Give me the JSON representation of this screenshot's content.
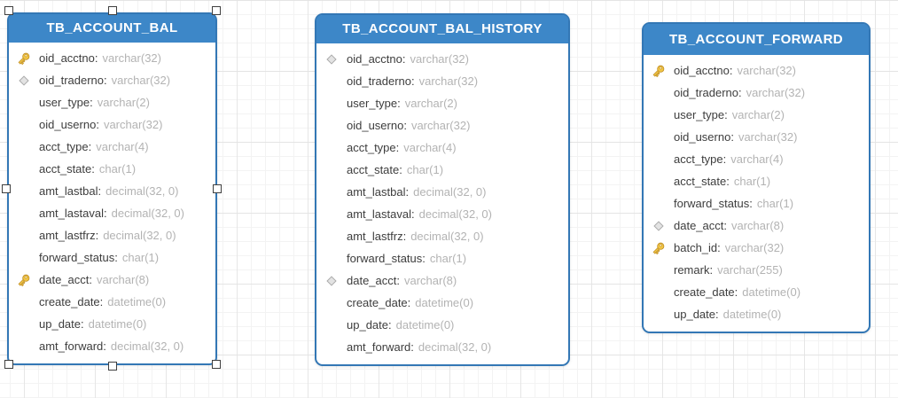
{
  "diagram": {
    "kind": "entity-relationship-model",
    "colors": {
      "table_header_bg": "#3d87c8",
      "table_border": "#3377b5",
      "table_title_text": "#ffffff",
      "field_name_text": "#3d3d3d",
      "field_type_text": "#b3b3b3",
      "key_icon_gold": "#f2c644",
      "diamond_icon_gray": "#e3e3e3",
      "grid_minor": "#f3f3f3",
      "grid_major": "#e5e5e5",
      "selection_handle_fill": "#ffffff",
      "selection_handle_border": "#3f3f3f"
    }
  },
  "tables": [
    {
      "name": "TB_ACCOUNT_BAL",
      "selected": true,
      "fields": [
        {
          "icon": "key",
          "name": "oid_acctno",
          "type": "varchar(32)"
        },
        {
          "icon": "diamond",
          "name": "oid_traderno",
          "type": "varchar(32)"
        },
        {
          "icon": "",
          "name": "user_type",
          "type": "varchar(2)"
        },
        {
          "icon": "",
          "name": "oid_userno",
          "type": "varchar(32)"
        },
        {
          "icon": "",
          "name": "acct_type",
          "type": "varchar(4)"
        },
        {
          "icon": "",
          "name": "acct_state",
          "type": "char(1)"
        },
        {
          "icon": "",
          "name": "amt_lastbal",
          "type": "decimal(32, 0)"
        },
        {
          "icon": "",
          "name": "amt_lastaval",
          "type": "decimal(32, 0)"
        },
        {
          "icon": "",
          "name": "amt_lastfrz",
          "type": "decimal(32, 0)"
        },
        {
          "icon": "",
          "name": "forward_status",
          "type": "char(1)"
        },
        {
          "icon": "key",
          "name": "date_acct",
          "type": "varchar(8)"
        },
        {
          "icon": "",
          "name": "create_date",
          "type": "datetime(0)"
        },
        {
          "icon": "",
          "name": "up_date",
          "type": "datetime(0)"
        },
        {
          "icon": "",
          "name": "amt_forward",
          "type": "decimal(32, 0)"
        }
      ]
    },
    {
      "name": "TB_ACCOUNT_BAL_HISTORY",
      "selected": false,
      "fields": [
        {
          "icon": "diamond",
          "name": "oid_acctno",
          "type": "varchar(32)"
        },
        {
          "icon": "",
          "name": "oid_traderno",
          "type": "varchar(32)"
        },
        {
          "icon": "",
          "name": "user_type",
          "type": "varchar(2)"
        },
        {
          "icon": "",
          "name": "oid_userno",
          "type": "varchar(32)"
        },
        {
          "icon": "",
          "name": "acct_type",
          "type": "varchar(4)"
        },
        {
          "icon": "",
          "name": "acct_state",
          "type": "char(1)"
        },
        {
          "icon": "",
          "name": "amt_lastbal",
          "type": "decimal(32, 0)"
        },
        {
          "icon": "",
          "name": "amt_lastaval",
          "type": "decimal(32, 0)"
        },
        {
          "icon": "",
          "name": "amt_lastfrz",
          "type": "decimal(32, 0)"
        },
        {
          "icon": "",
          "name": "forward_status",
          "type": "char(1)"
        },
        {
          "icon": "diamond",
          "name": "date_acct",
          "type": "varchar(8)"
        },
        {
          "icon": "",
          "name": "create_date",
          "type": "datetime(0)"
        },
        {
          "icon": "",
          "name": "up_date",
          "type": "datetime(0)"
        },
        {
          "icon": "",
          "name": "amt_forward",
          "type": "decimal(32, 0)"
        }
      ]
    },
    {
      "name": "TB_ACCOUNT_FORWARD",
      "selected": false,
      "fields": [
        {
          "icon": "key",
          "name": "oid_acctno",
          "type": "varchar(32)"
        },
        {
          "icon": "",
          "name": "oid_traderno",
          "type": "varchar(32)"
        },
        {
          "icon": "",
          "name": "user_type",
          "type": "varchar(2)"
        },
        {
          "icon": "",
          "name": "oid_userno",
          "type": "varchar(32)"
        },
        {
          "icon": "",
          "name": "acct_type",
          "type": "varchar(4)"
        },
        {
          "icon": "",
          "name": "acct_state",
          "type": "char(1)"
        },
        {
          "icon": "",
          "name": "forward_status",
          "type": "char(1)"
        },
        {
          "icon": "diamond",
          "name": "date_acct",
          "type": "varchar(8)"
        },
        {
          "icon": "key",
          "name": "batch_id",
          "type": "varchar(32)"
        },
        {
          "icon": "",
          "name": "remark",
          "type": "varchar(255)"
        },
        {
          "icon": "",
          "name": "create_date",
          "type": "datetime(0)"
        },
        {
          "icon": "",
          "name": "up_date",
          "type": "datetime(0)"
        }
      ]
    }
  ]
}
